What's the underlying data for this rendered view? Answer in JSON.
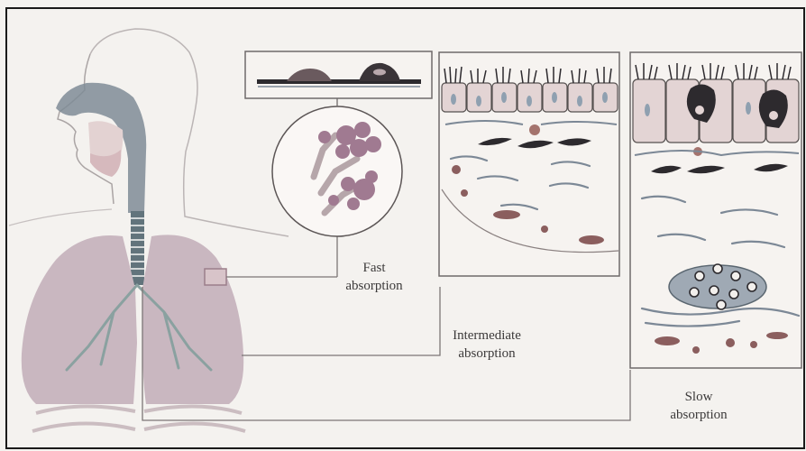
{
  "labels": {
    "fast": [
      "Fast",
      "absorption"
    ],
    "intermediate": [
      "Intermediate",
      "absorption"
    ],
    "slow": [
      "Slow",
      "absorption"
    ]
  },
  "colors": {
    "background": "#f4f2ef",
    "frame": "#1a1a1a",
    "panel_border": "#6f6a6a",
    "connector_line": "#7c7676",
    "lung_tissue": "#c9b7c0",
    "airway": "#7f8c96",
    "trachea": "#62747c",
    "cell_fill": "#e3d4d4",
    "cilia": "#2d2a2e",
    "fiber": "#7c8896",
    "particle": "#8b5e5e",
    "alveolus": "#a07a91"
  }
}
